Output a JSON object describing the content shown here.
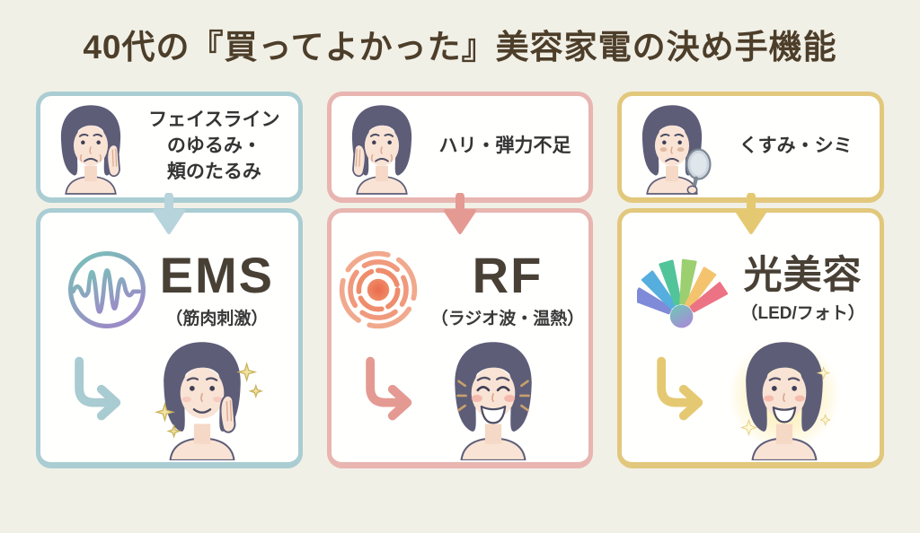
{
  "title": "40代の『買ってよかった』美容家電の決め手機能",
  "palette": {
    "background": "#f1f0e7",
    "card_background": "#fffffe",
    "title_color": "#4d3e2a",
    "body_text_color": "#343434",
    "feature_text_color": "#494035",
    "ems_accent": "#a9cdd2",
    "ems_arrow": "#b7d4dc",
    "rf_accent": "#e8b5b0",
    "rf_arrow": "#e49a92",
    "light_accent": "#e2c87c",
    "light_arrow": "#e5c972"
  },
  "columns": [
    {
      "id": "ems",
      "concern": "フェイスライン\nのゆるみ・\n頬のたるみ",
      "feature": "EMS",
      "feature_sub": "（筋肉刺激）",
      "icon": "waveform-circle-icon",
      "accent": "#a9cdd2"
    },
    {
      "id": "rf",
      "concern": "ハリ・弾力不足",
      "feature": "RF",
      "feature_sub": "（ラジオ波・温熱）",
      "icon": "radio-wave-rings-icon",
      "accent": "#e8b5b0"
    },
    {
      "id": "light",
      "concern": "くすみ・シミ",
      "feature": "光美容",
      "feature_sub": "（LED/フォト）",
      "icon": "rainbow-light-fan-icon",
      "accent": "#e2c87c"
    }
  ]
}
